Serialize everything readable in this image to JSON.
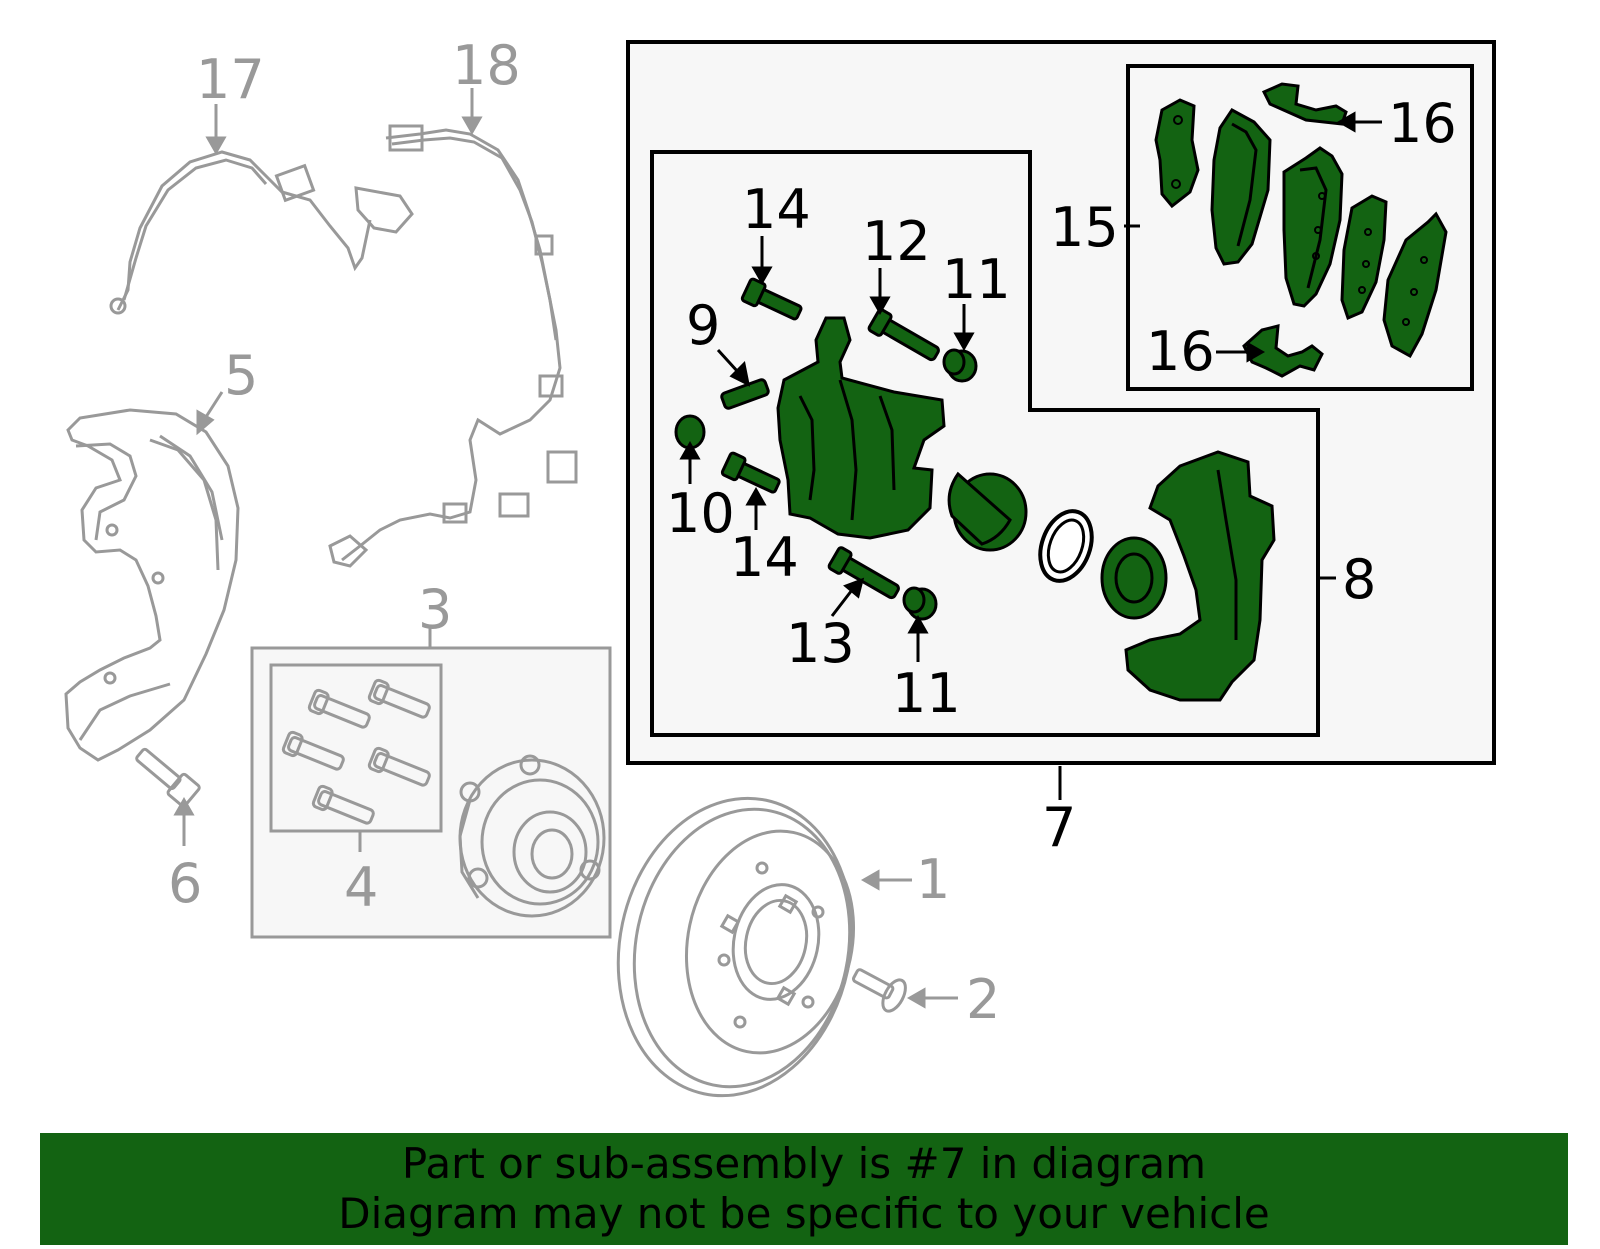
{
  "colors": {
    "highlight_fill": "#136312",
    "banner_fill": "#136312",
    "context_stroke": "#999999",
    "assembly_stroke": "#000000",
    "box_fill": "#f7f7f7"
  },
  "callouts": {
    "c1": "1",
    "c2": "2",
    "c3": "3",
    "c4": "4",
    "c5": "5",
    "c6": "6",
    "c7": "7",
    "c8": "8",
    "c9": "9",
    "c10": "10",
    "c11a": "11",
    "c11b": "11",
    "c12": "12",
    "c13": "13",
    "c14a": "14",
    "c14b": "14",
    "c15": "15",
    "c16a": "16",
    "c16b": "16",
    "c17": "17",
    "c18": "18"
  },
  "banner": {
    "line1": "Part or sub-assembly is #7 in diagram",
    "line2": "Diagram may not be specific to your vehicle"
  }
}
